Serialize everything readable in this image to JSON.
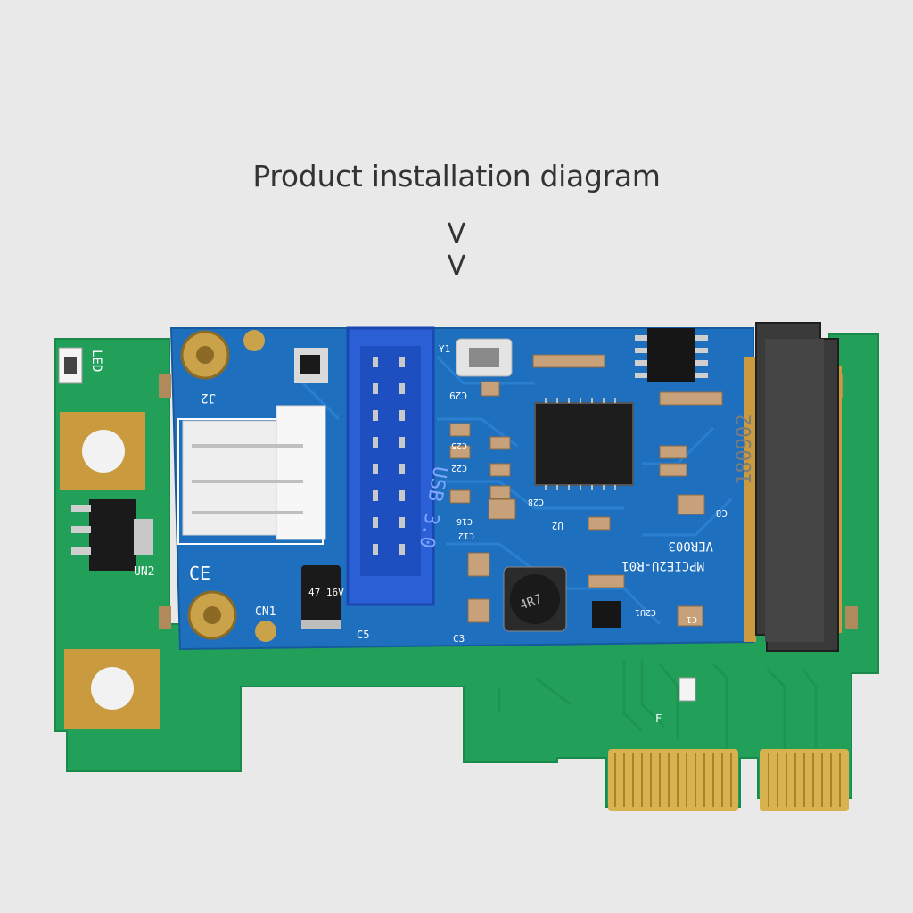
{
  "caption": "Product installation diagram",
  "arrow_glyph": "V",
  "board": {
    "led_label": "LED",
    "un2_label": "UN2",
    "j2_label": "J2",
    "cn1_label": "CN1",
    "c5_label": "C5",
    "c3_label": "C3",
    "usb_label": "USB 3.0",
    "model_label": "MPCIE2U-R01",
    "version_label": "VER003",
    "inductor_label": "4R7",
    "capacitor_label": "47 16V",
    "slot_label": "180902",
    "u2_label": "U2",
    "c8_label": "C8",
    "c29_label": "C29",
    "y1_label": "Y1",
    "c2u1_label": "C2U1",
    "c1_label": "C1",
    "c12_label": "C12",
    "c16_label": "C16",
    "c22_label": "C22",
    "c25_label": "C25",
    "c28_label": "C28",
    "f_label": "F",
    "ce_label": "CE"
  },
  "colors": {
    "background": "#e9e9e9",
    "green_pcb": "#22a05a",
    "blue_pcb": "#1f6fbf",
    "usb_port": "#2a5fd6",
    "gold": "#c99a3e",
    "slot": "#3a3a3a"
  }
}
